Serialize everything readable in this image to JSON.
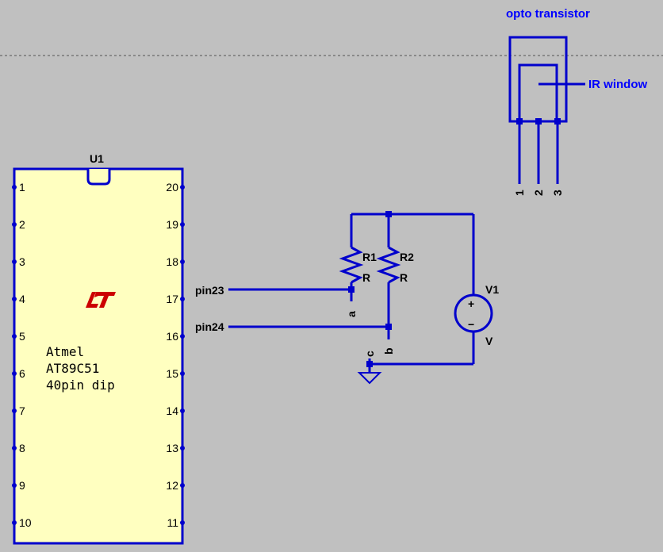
{
  "colors": {
    "background": "#c0c0c0",
    "wire": "#0000cc",
    "chip_body": "#ffffc0",
    "text": "#000000",
    "logo": "#cc0000",
    "annotation": "#0000ff"
  },
  "chip": {
    "ref": "U1",
    "left_pins": [
      "1",
      "2",
      "3",
      "4",
      "5",
      "6",
      "7",
      "8",
      "9",
      "10"
    ],
    "right_pins": [
      "20",
      "19",
      "18",
      "17",
      "16",
      "15",
      "14",
      "13",
      "12",
      "11"
    ],
    "description": [
      "Atmel",
      "AT89C51",
      "40pin dip"
    ],
    "logo": "LT"
  },
  "nets": {
    "pin23": "pin23",
    "pin24": "pin24",
    "a": "a",
    "b": "b",
    "c": "c"
  },
  "resistors": [
    {
      "ref": "R1",
      "value": "R"
    },
    {
      "ref": "R2",
      "value": "R"
    }
  ],
  "source": {
    "ref": "V1",
    "value": "V",
    "plus": "+",
    "minus": "−"
  },
  "opto": {
    "title": "opto transistor",
    "window_label": "IR window",
    "pins": [
      "1",
      "2",
      "3"
    ]
  }
}
